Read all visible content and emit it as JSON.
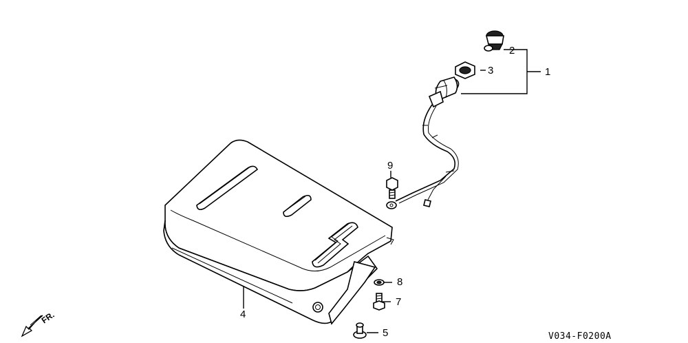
{
  "callouts": {
    "c1": "1",
    "c2": "2",
    "c3": "3",
    "c4": "4",
    "c5": "5",
    "c7": "7",
    "c8": "8",
    "c9": "9"
  },
  "direction_label": "FR.",
  "diagram_code": "V034-F0200A",
  "icons": {
    "front_arrow": "arrow-down-left-icon"
  }
}
